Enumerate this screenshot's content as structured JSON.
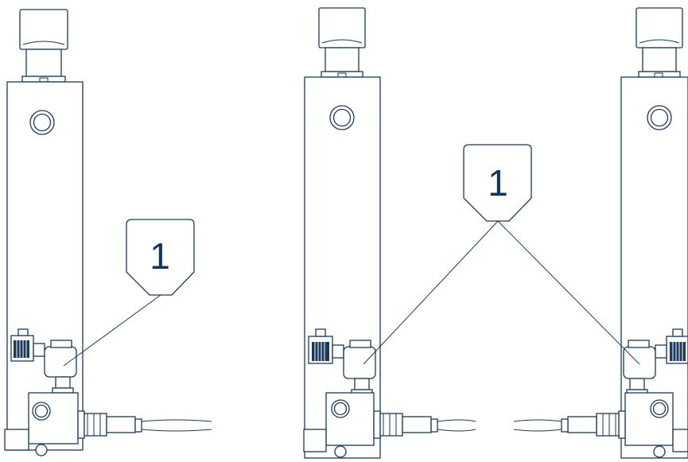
{
  "callouts": [
    {
      "label": "1"
    },
    {
      "label": "1"
    }
  ],
  "colors": {
    "line": "#1a3a5c",
    "callout_text": "#0f3564",
    "background": "#ffffff"
  },
  "icons": [
    "device-column",
    "solenoid-valve",
    "hose",
    "callout-tag"
  ]
}
